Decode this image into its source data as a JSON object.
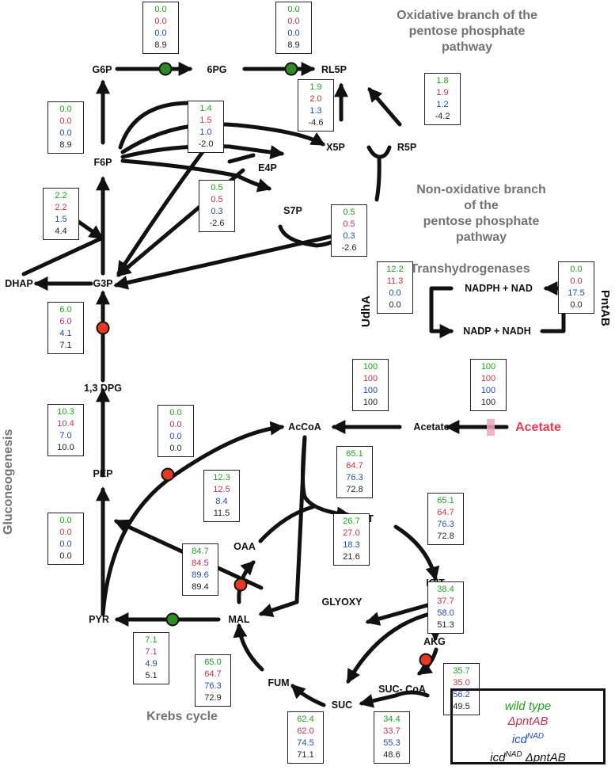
{
  "sections": {
    "oxidative": "Oxidative branch of the\npentose phosphate pathway",
    "non_oxidative": "Non-oxidative branch of the\npentose phosphate pathway",
    "transhydrogenases": "Transhydrogenases",
    "gluconeogenesis": "Gluconeogenesis",
    "krebs": "Krebs cycle"
  },
  "metabolites": {
    "g6p": "G6P",
    "pg6": "6PG",
    "rl5p": "RL5P",
    "x5p": "X5P",
    "r5p": "R5P",
    "e4p": "E4P",
    "s7p": "S7P",
    "f6p": "F6P",
    "g3p": "G3P",
    "dhap": "DHAP",
    "dpg": "1,3 DPG",
    "pep": "PEP",
    "pyr": "PYR",
    "accoa": "AcCoA",
    "acetate": "Acetate",
    "acetate_ext": "Acetate",
    "cit": "CIT",
    "icit": "ICIT",
    "akg": "AKG",
    "succoa": "SUC- CoA",
    "suc": "SUC",
    "fum": "FUM",
    "mal": "MAL",
    "oaa": "OAA",
    "glyoxy": "GLYOXY",
    "nadph_nad": "NADPH + NAD",
    "nadp_nadh": "NADP + NADH"
  },
  "enzymes": {
    "udha": "UdhA",
    "pntab": "PntAB"
  },
  "legend": {
    "wild_type": "wild type",
    "pntab": "ΔpntAB",
    "icd_nad": "icd",
    "icd_sup": "NAD",
    "double": "icd",
    "double_sup": "NAD",
    "double_rest": " ΔpntAB"
  },
  "colors": {
    "wild_type": "#1aa51a",
    "pntab": "#c8304a",
    "icd_nad": "#1f49b5",
    "double": "#222222",
    "node_up": "#2e8b22",
    "node_down": "#e53a22",
    "acetate_marker": "#f2a6bd"
  },
  "flux_boxes": [
    {
      "id": "g6p-6pg",
      "values": [
        "0.0",
        "0.0",
        "0.0",
        "8.9"
      ]
    },
    {
      "id": "6pg-rl5p",
      "values": [
        "0.0",
        "0.0",
        "0.0",
        "8.9"
      ]
    },
    {
      "id": "rl5p-x5p",
      "values": [
        "1.9",
        "2.0",
        "1.3",
        "-4.6"
      ]
    },
    {
      "id": "rl5p-r5p",
      "values": [
        "1.8",
        "1.9",
        "1.2",
        "-4.2"
      ]
    },
    {
      "id": "f6p-g6p",
      "values": [
        "0.0",
        "0.0",
        "0.0",
        "8.9"
      ]
    },
    {
      "id": "transketolase-1",
      "values": [
        "1.4",
        "1.5",
        "1.0",
        "-2.0"
      ]
    },
    {
      "id": "transaldolase",
      "values": [
        "0.5",
        "0.5",
        "0.3",
        "-2.6"
      ]
    },
    {
      "id": "dhap-g3p",
      "values": [
        "2.2",
        "2.2",
        "1.5",
        "4.4"
      ]
    },
    {
      "id": "transketolase-2",
      "values": [
        "0.5",
        "0.5",
        "0.3",
        "-2.6"
      ]
    },
    {
      "id": "udha",
      "values": [
        "12.2",
        "11.3",
        "0.0",
        "0.0"
      ]
    },
    {
      "id": "pntab",
      "values": [
        "0.0",
        "0.0",
        "17.5",
        "0.0"
      ]
    },
    {
      "id": "dpg-g3p",
      "values": [
        "6.0",
        "6.0",
        "4.1",
        "7.1"
      ]
    },
    {
      "id": "acetate-accoa",
      "values": [
        "100",
        "100",
        "100",
        "100"
      ]
    },
    {
      "id": "acetate-uptake",
      "values": [
        "100",
        "100",
        "100",
        "100"
      ]
    },
    {
      "id": "pep-dpg",
      "values": [
        "10.3",
        "10.4",
        "7.0",
        "10.0"
      ]
    },
    {
      "id": "pep-accoa",
      "values": [
        "0.0",
        "0.0",
        "0.0",
        "0.0"
      ]
    },
    {
      "id": "accoa-cit",
      "values": [
        "65.1",
        "64.7",
        "76.3",
        "72.8"
      ]
    },
    {
      "id": "mal-pep",
      "values": [
        "12.3",
        "12.5",
        "8.4",
        "11.5"
      ]
    },
    {
      "id": "cit-icit",
      "values": [
        "65.1",
        "64.7",
        "76.3",
        "72.8"
      ]
    },
    {
      "id": "pyr-pep",
      "values": [
        "0.0",
        "0.0",
        "0.0",
        "0.0"
      ]
    },
    {
      "id": "icit-glyoxy",
      "values": [
        "26.7",
        "27.0",
        "18.3",
        "21.6"
      ]
    },
    {
      "id": "mal-oaa",
      "values": [
        "84.7",
        "84.5",
        "89.6",
        "89.4"
      ]
    },
    {
      "id": "icit-akg",
      "values": [
        "38.4",
        "37.7",
        "58.0",
        "51.3"
      ]
    },
    {
      "id": "mal-pyr",
      "values": [
        "7.1",
        "7.1",
        "4.9",
        "5.1"
      ]
    },
    {
      "id": "fum-mal",
      "values": [
        "65.0",
        "64.7",
        "76.3",
        "72.9"
      ]
    },
    {
      "id": "akg-succoa",
      "values": [
        "35.7",
        "35.0",
        "56.2",
        "49.5"
      ]
    },
    {
      "id": "suc-fum",
      "values": [
        "62.4",
        "62.0",
        "74.5",
        "71.1"
      ]
    },
    {
      "id": "succoa-suc",
      "values": [
        "34.4",
        "33.7",
        "55.3",
        "48.6"
      ]
    }
  ],
  "reaction_markers": [
    {
      "id": "g6p-6pg",
      "direction": "up"
    },
    {
      "id": "6pg-rl5p",
      "direction": "up"
    },
    {
      "id": "g3p-dpg",
      "direction": "down"
    },
    {
      "id": "pep-accoa",
      "direction": "down"
    },
    {
      "id": "mal-oaa",
      "direction": "down"
    },
    {
      "id": "mal-pyr",
      "direction": "up"
    },
    {
      "id": "icit-akg",
      "direction": "up"
    },
    {
      "id": "akg-succoa",
      "direction": "down"
    }
  ]
}
